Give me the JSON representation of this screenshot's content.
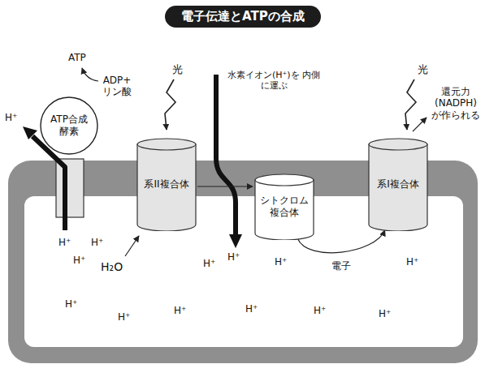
{
  "diagram": {
    "title": "電子伝達とATPの合成",
    "nodes": [
      {
        "text": [
          "ATP合成 酵素"
        ]
      },
      {
        "text": [
          "系II複合体"
        ]
      },
      {
        "text": [
          "シトクロム 複合体"
        ]
      },
      {
        "text": [
          "系I複合体"
        ]
      }
    ],
    "edges": [
      {
        "from": 1,
        "to": 2,
        "arrow": "to"
      },
      {
        "from": 2,
        "to": 3,
        "label": "電子",
        "arrow": "to"
      }
    ],
    "labels": [
      "ATP",
      "ADP+ リン酸",
      "H⁺",
      "光",
      "水素イオン(H⁺)を 内側に運ぶ",
      "光",
      "還元力 (NADPH) が作られる",
      "H⁺",
      "H⁺",
      "H⁺",
      "H⁺",
      "H⁺",
      "H⁺",
      "H⁺",
      "H⁺",
      "H⁺",
      "H⁺",
      "H⁺",
      "H⁺",
      "H⁺",
      "H₂O"
    ]
  }
}
